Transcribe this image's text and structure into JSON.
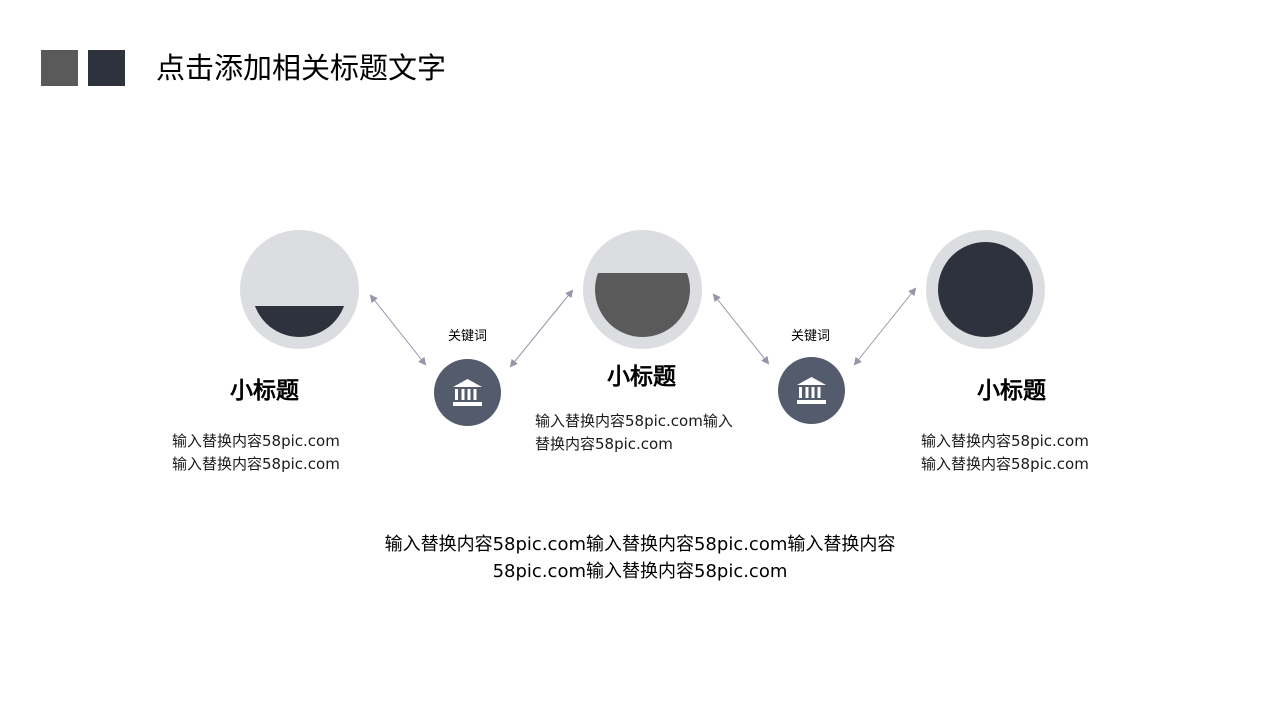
{
  "header": {
    "title": "点击添加相关标题文字",
    "square_colors": [
      "#5a5a5a",
      "#2e323d"
    ]
  },
  "colors": {
    "circle_ring": "#dcdde1",
    "dark_fill": "#2e323d",
    "gray_fill": "#5a5a5a",
    "keyword_circle": "#545b6d",
    "arrow": "#9498aa"
  },
  "steps": [
    {
      "title": "小标题",
      "lines": [
        "输入替换内容58pic.com",
        "输入替换内容58pic.com"
      ],
      "fill_level": 0.33,
      "fill_color": "#2e323d"
    },
    {
      "title": "小标题",
      "lines": [
        "输入替换内容58pic.com输入",
        "替换内容58pic.com"
      ],
      "fill_level": 0.67,
      "fill_color": "#5a5a5a"
    },
    {
      "title": "小标题",
      "lines": [
        "输入替换内容58pic.com",
        "输入替换内容58pic.com"
      ],
      "fill_level": 1.0,
      "fill_color": "#2e323d"
    }
  ],
  "keywords": [
    {
      "label": "关键词",
      "icon": "bank-icon"
    },
    {
      "label": "关键词",
      "icon": "bank-icon"
    }
  ],
  "footer": {
    "line1": "输入替换内容58pic.com输入替换内容58pic.com输入替换内容",
    "line2": "58pic.com输入替换内容58pic.com"
  }
}
